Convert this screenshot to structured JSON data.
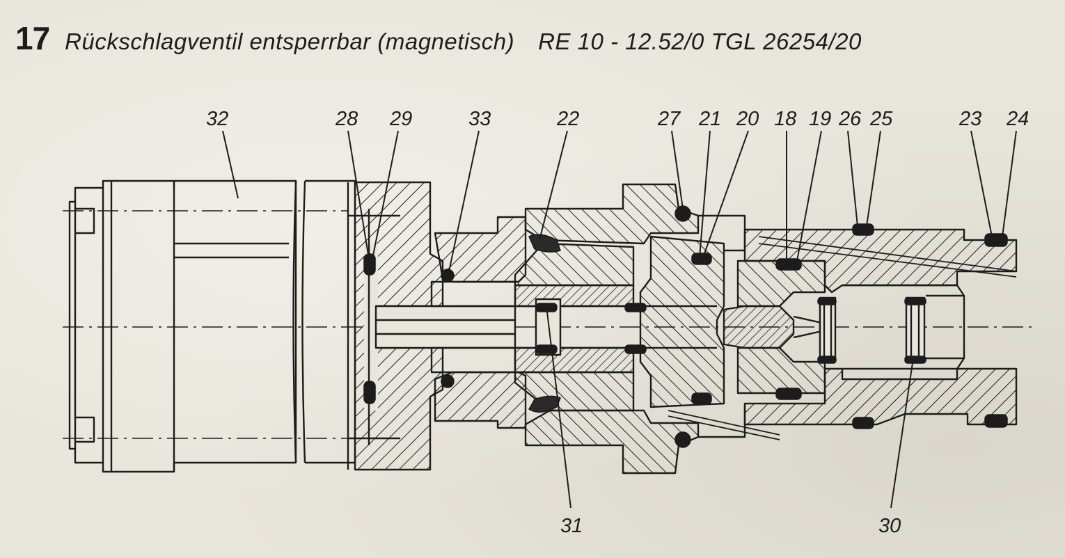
{
  "header": {
    "page_number": "17",
    "title": "Rückschlagventil entsperrbar (magnetisch)",
    "spec": "RE 10 - 12.52/0   TGL 26254/20"
  },
  "labels": {
    "top": [
      "32",
      "28",
      "29",
      "33",
      "22",
      "27",
      "21",
      "20",
      "18",
      "19",
      "26",
      "25",
      "23",
      "24"
    ],
    "bottom": [
      "31",
      "30"
    ]
  },
  "colors": {
    "ink": "#1c1c1c",
    "paper": "#e8e5db"
  }
}
